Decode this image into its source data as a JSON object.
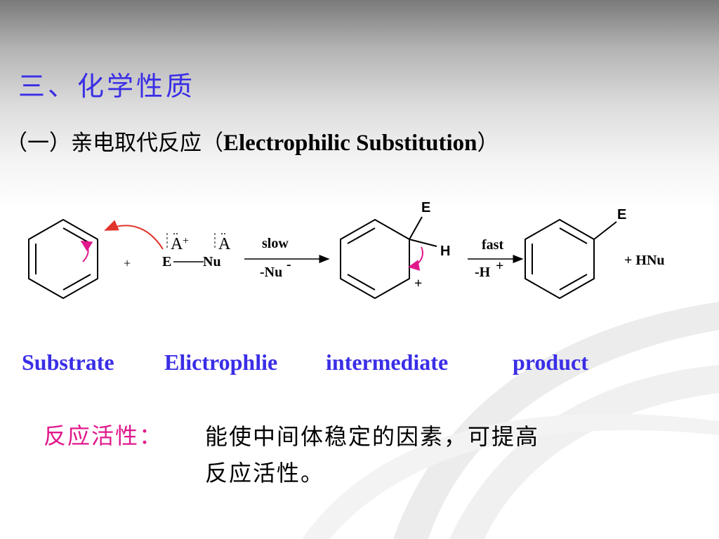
{
  "slide": {
    "title": "三、化学性质",
    "subtitle_cn": "（一）亲电取代反应（",
    "subtitle_en": "Electrophilic Substitution",
    "subtitle_close": "）"
  },
  "scheme": {
    "plus1": "+",
    "electrophile_atom_left": "A",
    "electrophile_charge": "+",
    "electrophile_E": "E",
    "electrophile_atom_right": "A",
    "electrophile_Nu": "Nu",
    "step1_top": "slow",
    "step1_bottom": "-Nu",
    "step1_bottom_sup": "-",
    "intermediate_E": "E",
    "intermediate_H": "H",
    "intermediate_charge": "+",
    "step2_top": "fast",
    "step2_bottom": "-H",
    "step2_bottom_sup": "+",
    "product_E": "E",
    "byproduct": "+ HNu"
  },
  "roles": {
    "substrate": "Substrate",
    "electrophile": "Elictrophlie",
    "intermediate": "intermediate",
    "product": "product"
  },
  "note": {
    "label": "反应活性：",
    "text_line1": "能使中间体稳定的因素，可提高",
    "text_line2": "反应活性。"
  },
  "colors": {
    "title": "#3a2ee6",
    "label": "#e0188c",
    "arrow_red": "#e0342b",
    "arrow_magenta": "#e0188c"
  }
}
